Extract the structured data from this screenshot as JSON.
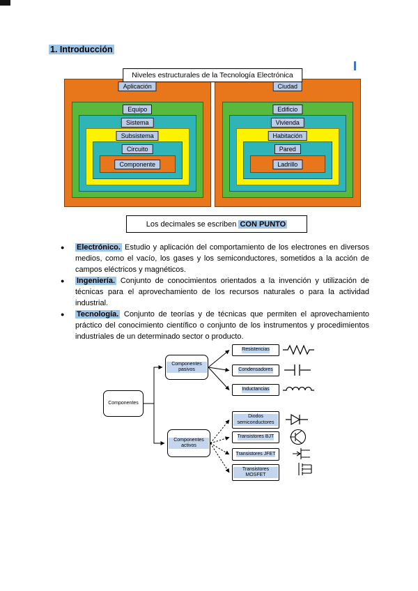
{
  "page": {
    "heading": "1. Introducción"
  },
  "levels_diagram": {
    "title": "Niveles estructurales de la Tecnología Electrónica",
    "left": [
      "Aplicación",
      "Equipo",
      "Sistema",
      "Subsistema",
      "Circuito",
      "Componente"
    ],
    "right": [
      "Ciudad",
      "Edificio",
      "Vivienda",
      "Habitación",
      "Pared",
      "Ladrillo"
    ]
  },
  "note": {
    "prefix": "Los decimales se escriben ",
    "highlight": "CON PUNTO"
  },
  "bullets": [
    {
      "term": "Electrónico.",
      "text": "Estudio y aplicación del comportamiento de los electrones en diversos medios, como el vacío, los gases y los semiconductores, sometidos a la acción de campos eléctricos y magnéticos."
    },
    {
      "term": "Ingeniería.",
      "text": "Conjunto de conocimientos orientados a la invención y utilización de técnicas para el aprovechamiento de los recursos naturales o para la actividad industrial."
    },
    {
      "term": "Tecnología.",
      "text": "Conjunto de teorías y de técnicas que permiten el aprovechamiento práctico del conocimiento científico o conjunto de los instrumentos y procedimientos industriales de un determinado sector o producto."
    }
  ],
  "components_diagram": {
    "root": "Componentes",
    "groups": [
      {
        "label": "Componentes pasivos",
        "items": [
          "Resistencias",
          "Condensadores",
          "Inductancias"
        ]
      },
      {
        "label": "Componentes activos",
        "items": [
          "Diodos semiconductores",
          "Transistores BJT",
          "Transistores JFET",
          "Transistores MOSFET"
        ]
      }
    ],
    "symbols": [
      "resistor",
      "capacitor",
      "inductor",
      "diode",
      "bjt",
      "jfet",
      "mosfet"
    ]
  },
  "colors": {
    "highlight": "#9FC5E8",
    "diagram_orange": "#E8771C",
    "diagram_green": "#59B93C",
    "diagram_teal": "#2FB4B7",
    "diagram_yellow": "#FDF200",
    "label_chip": "#B9CDE9",
    "cursor_blue": "#4472C4"
  }
}
